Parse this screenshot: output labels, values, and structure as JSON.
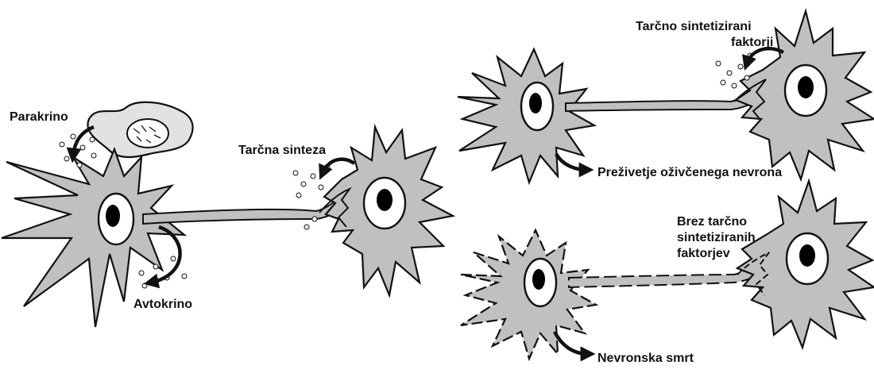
{
  "labels": {
    "paracrine": "Parakrino",
    "autocrine": "Avtokrino",
    "target_synthesis": "Tarčna sinteza",
    "target_factors_line1": "Tarčno sintetizirani",
    "target_factors_line2": "faktorji",
    "survival": "Preživetje oživčenega nevrona",
    "no_factors_line1": "Brez tarčno",
    "no_factors_line2": "sintetiziranih",
    "no_factors_line3": "faktorjev",
    "death": "Nevronska smrt"
  },
  "colors": {
    "cell_fill": "#c0c0c0",
    "outline": "#111111",
    "nucleus": "#ffffff",
    "nucleolus": "#000000",
    "glial_fill": "#e2e2e2",
    "background": "#ffffff"
  }
}
